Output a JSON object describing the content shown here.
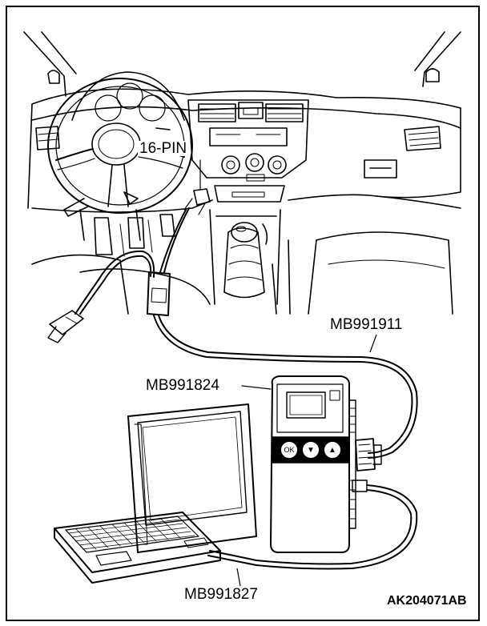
{
  "labels": {
    "connector": "16-PIN",
    "cable": "MB991911",
    "vci": "MB991824",
    "usb_cable": "MB991827",
    "figure_code": "AK204071AB"
  },
  "vci_buttons": [
    "OK",
    "▼",
    "▲"
  ],
  "colors": {
    "line": "#000000",
    "background": "#ffffff"
  }
}
